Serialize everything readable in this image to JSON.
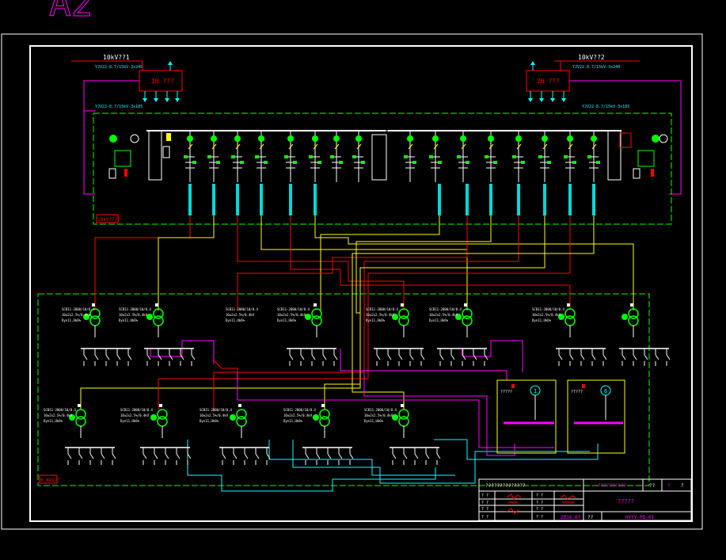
{
  "header": {
    "sheet_label": "A2"
  },
  "sources": [
    {
      "name": "10kV??1",
      "note": "YJV22-8.7/15kV-3x240",
      "cabinet": "1H ???"
    },
    {
      "name": "10kV??2",
      "note": "YJV22-8.7/15kV-3x240",
      "cabinet": "2H ???"
    }
  ],
  "feeder_notes": {
    "left_cable": "YJV22-8.7/15kV-3x185",
    "right_cable": "YJV22-8.7/15kV-3x185"
  },
  "substation_label": "10kV????",
  "transformer_area_label": "0.4kV??",
  "transformer_text": {
    "line1": "SCB11-2000/10/0.4",
    "line2": "10±2x2.5%/0.4kV",
    "line3": "Dyn11,Uk6%"
  },
  "special_panels": [
    {
      "label": "?????",
      "number": "1"
    },
    {
      "label": "?????",
      "number": "6"
    }
  ],
  "title_block": {
    "project": "??????????????",
    "drawing_title": "?????",
    "scale_label": "??",
    "scale_value": "?",
    "sheet": "?",
    "company": "??????????",
    "date": "2016.07",
    "number_label": "??",
    "drawing_number": "HYYY-PD-01",
    "roles": [
      "?  ?",
      "?  ?",
      "?  ?",
      "?  ?"
    ],
    "roles_right": [
      "?  ?",
      "?  ?",
      "?  ?",
      "?  ?"
    ]
  },
  "colors": {
    "background": "#000000",
    "frame": "#ffffff",
    "hv_feed": "#ff0000",
    "dashed_boundary": "#00ff00",
    "cable_yellow": "#ffff00",
    "cable_magenta": "#ff00ff",
    "cable_cyan": "#00ffff",
    "symbol_green": "#00ff00",
    "sheet_label": "#ff00ff"
  }
}
